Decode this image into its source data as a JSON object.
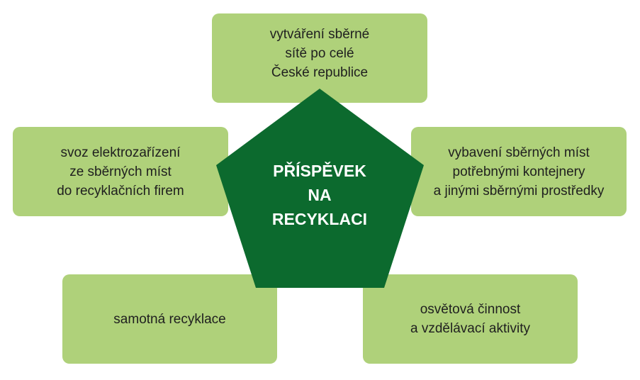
{
  "colors": {
    "box_fill": "#afd17a",
    "center_fill": "#0c6a2e",
    "box_text": "#1f1f1f",
    "center_text": "#ffffff"
  },
  "center": {
    "lines": [
      "PŘÍSPĚVEK",
      "NA",
      "RECYKLACI"
    ]
  },
  "nodes": {
    "top": {
      "lines": [
        "vytváření sběrné",
        "sítě po celé",
        "České republice"
      ]
    },
    "left": {
      "lines": [
        "svoz elektrozařízení",
        "ze sběrných míst",
        "do recyklačních firem"
      ]
    },
    "right": {
      "lines": [
        "vybavení sběrných míst",
        "potřebnými kontejnery",
        "a jinými sběrnými prostředky"
      ]
    },
    "bottom_left": {
      "lines": [
        "samotná recyklace"
      ]
    },
    "bottom_right": {
      "lines": [
        "osvětová činnost",
        "a vzdělávací aktivity"
      ]
    }
  }
}
